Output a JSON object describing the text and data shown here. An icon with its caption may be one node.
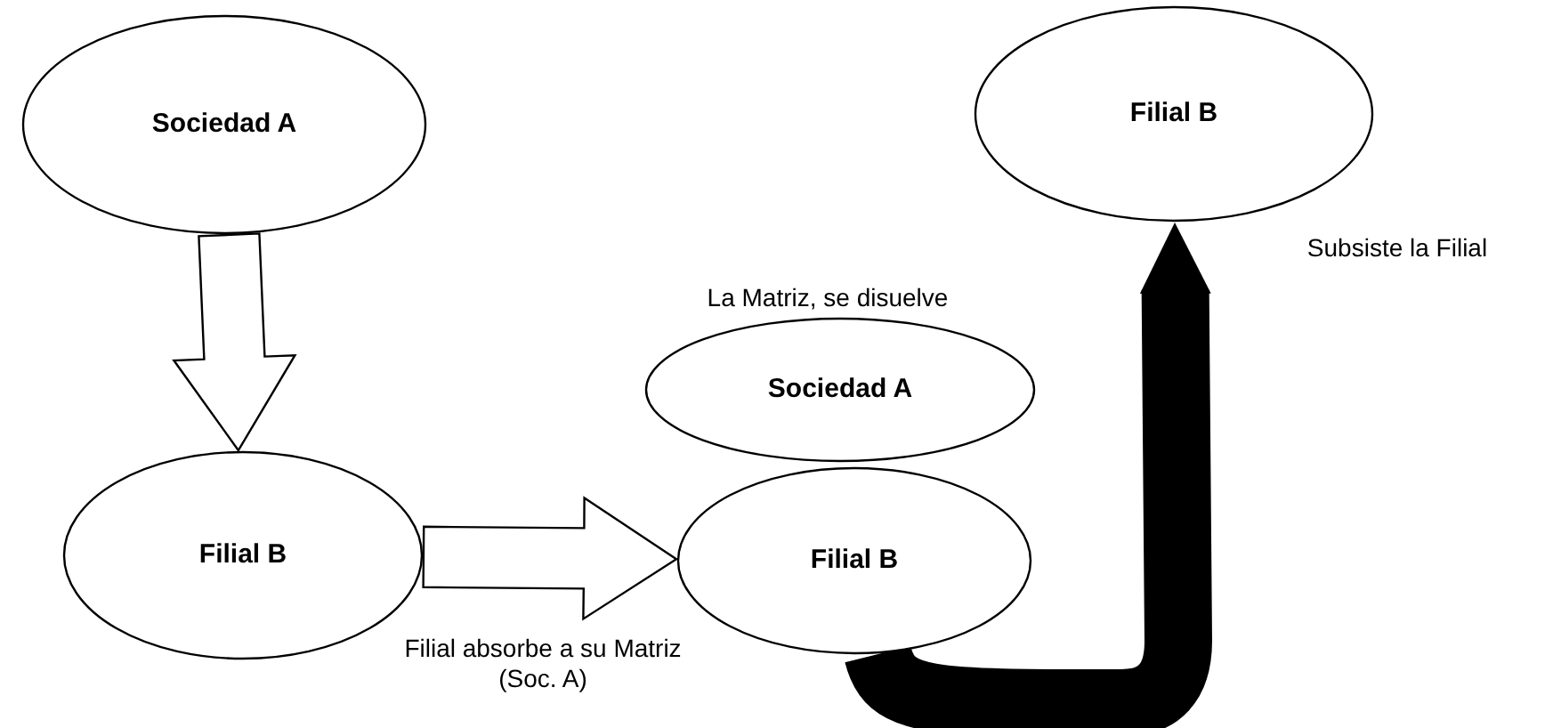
{
  "diagram": {
    "nodes": [
      {
        "text": [
          "Sociedad A"
        ]
      },
      {
        "text": [
          "Filial B"
        ]
      },
      {
        "text": [
          "Sociedad A"
        ],
        "beside": [
          "La Matriz, se disuelve"
        ]
      },
      {
        "text": [
          "Filial B"
        ]
      },
      {
        "text": [
          "Filial B"
        ],
        "beside": [
          "Subsiste la Filial"
        ]
      }
    ],
    "edges": [
      {
        "from": 0,
        "to": 1,
        "arrow": "to"
      },
      {
        "from": 1,
        "to": 3,
        "arrow": "to",
        "label": "Filial absorbe a su Matriz (Soc. A)"
      },
      {
        "from": 3,
        "to": 4,
        "arrow": "to"
      }
    ]
  }
}
